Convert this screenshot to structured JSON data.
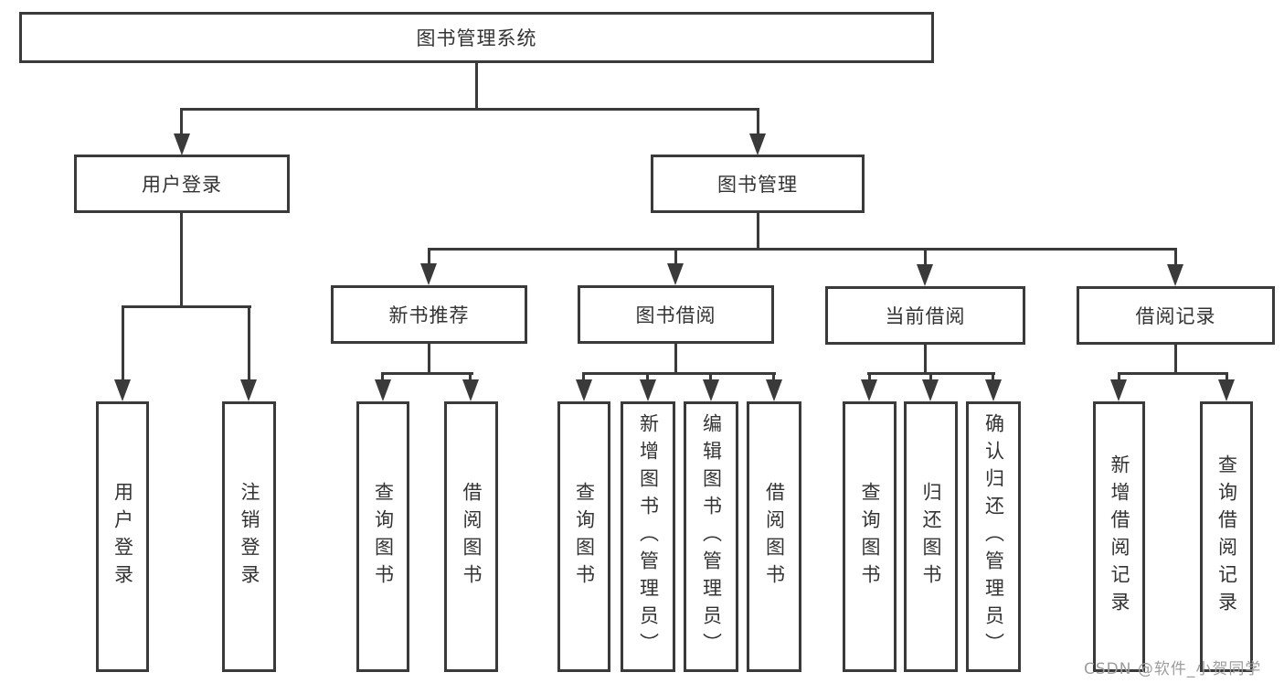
{
  "colors": {
    "line": "#3a3a3a",
    "text": "#333333",
    "watermark": "#9d9d9d",
    "bg": "#ffffff"
  },
  "watermark": "CSDN @软件_小贺同学",
  "tree": {
    "root": {
      "label": "图书管理系统"
    },
    "branches": [
      {
        "label": "用户登录",
        "children": [
          {
            "label": "用户登录"
          },
          {
            "label": "注销登录"
          }
        ]
      },
      {
        "label": "图书管理",
        "children": [
          {
            "label": "新书推荐",
            "children": [
              {
                "label": "查询图书"
              },
              {
                "label": "借阅图书"
              }
            ]
          },
          {
            "label": "图书借阅",
            "children": [
              {
                "label": "查询图书"
              },
              {
                "label": "新增图书（管理员）"
              },
              {
                "label": "编辑图书（管理员）"
              },
              {
                "label": "借阅图书"
              }
            ]
          },
          {
            "label": "当前借阅",
            "children": [
              {
                "label": "查询图书"
              },
              {
                "label": "归还图书"
              },
              {
                "label": "确认归还（管理员）"
              }
            ]
          },
          {
            "label": "借阅记录",
            "children": [
              {
                "label": "新增借阅记录"
              },
              {
                "label": "查询借阅记录"
              }
            ]
          }
        ]
      }
    ]
  }
}
